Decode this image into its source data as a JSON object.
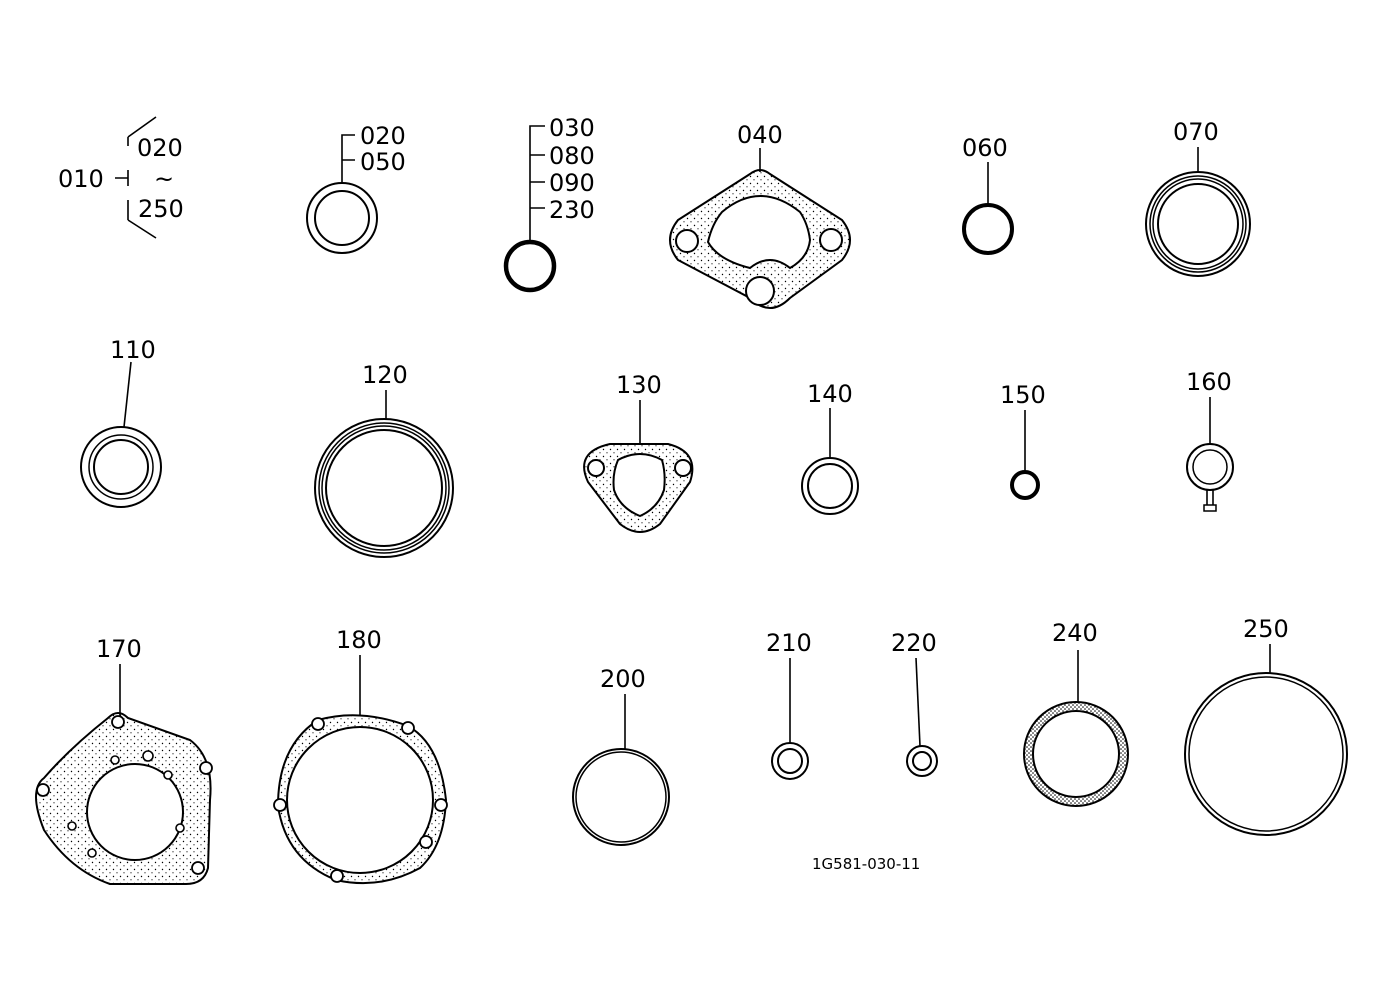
{
  "diagram": {
    "drawing_code": "1G581-030-11",
    "parts": [
      {
        "key": "p010",
        "label": "010"
      },
      {
        "key": "p010_a",
        "label": "020"
      },
      {
        "key": "p010_tilde",
        "label": "~"
      },
      {
        "key": "p010_b",
        "label": "250"
      },
      {
        "key": "p020",
        "label": "020"
      },
      {
        "key": "p050",
        "label": "050"
      },
      {
        "key": "p030",
        "label": "030"
      },
      {
        "key": "p080",
        "label": "080"
      },
      {
        "key": "p090",
        "label": "090"
      },
      {
        "key": "p230",
        "label": "230"
      },
      {
        "key": "p040",
        "label": "040"
      },
      {
        "key": "p060",
        "label": "060"
      },
      {
        "key": "p070",
        "label": "070"
      },
      {
        "key": "p110",
        "label": "110"
      },
      {
        "key": "p120",
        "label": "120"
      },
      {
        "key": "p130",
        "label": "130"
      },
      {
        "key": "p140",
        "label": "140"
      },
      {
        "key": "p150",
        "label": "150"
      },
      {
        "key": "p160",
        "label": "160"
      },
      {
        "key": "p170",
        "label": "170"
      },
      {
        "key": "p180",
        "label": "180"
      },
      {
        "key": "p200",
        "label": "200"
      },
      {
        "key": "p210",
        "label": "210"
      },
      {
        "key": "p220",
        "label": "220"
      },
      {
        "key": "p240",
        "label": "240"
      },
      {
        "key": "p250",
        "label": "250"
      }
    ]
  }
}
